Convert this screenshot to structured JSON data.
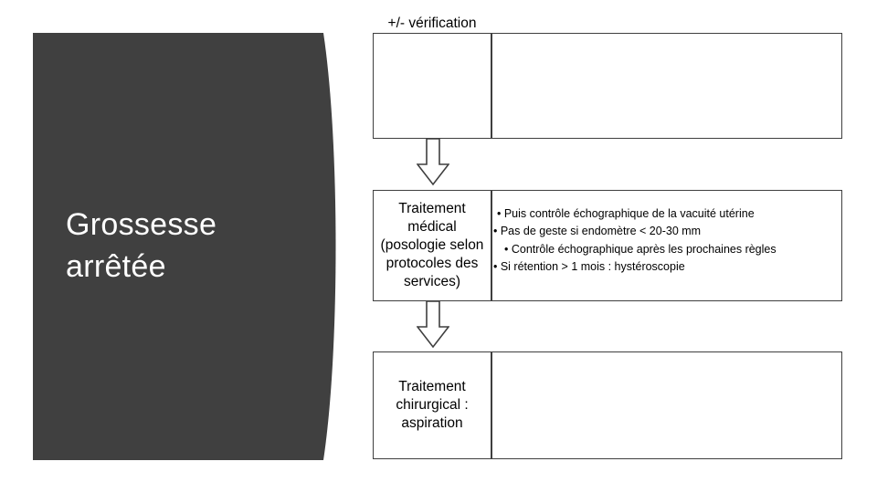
{
  "banner": {
    "title_line1": "Grossesse",
    "title_line2": "arrêtée",
    "color": "#404040"
  },
  "flow": {
    "top": {
      "label": "+/- vérification",
      "notes": ""
    },
    "middle": {
      "label": "Traitement médical (posologie selon protocoles des services)",
      "bullets": [
        "• Puis contrôle échographique de la vacuité utérine",
        "• Pas de geste si endomètre < 20-30 mm",
        "• Contrôle échographique après les prochaines règles",
        "• Si rétention > 1 mois : hystéroscopie"
      ]
    },
    "bottom": {
      "label": "Traitement chirurgical : aspiration",
      "notes": ""
    }
  },
  "arrows": {
    "icon": "down-block-arrow",
    "color": "#3f3f3f",
    "count": 2
  }
}
